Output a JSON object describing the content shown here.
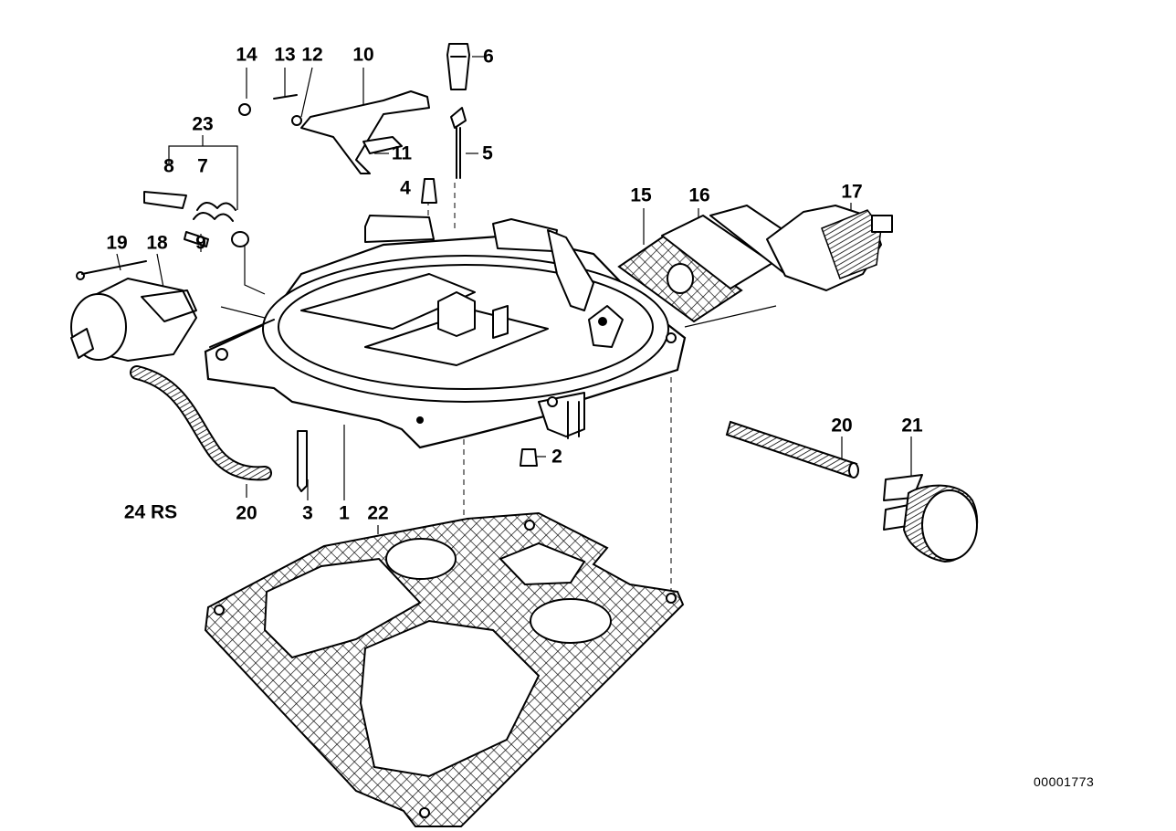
{
  "diagram": {
    "callouts": [
      {
        "id": "c14",
        "label": "14"
      },
      {
        "id": "c13",
        "label": "13"
      },
      {
        "id": "c12",
        "label": "12"
      },
      {
        "id": "c10",
        "label": "10"
      },
      {
        "id": "c6",
        "label": "6"
      },
      {
        "id": "c23",
        "label": "23"
      },
      {
        "id": "c11",
        "label": "11"
      },
      {
        "id": "c5",
        "label": "5"
      },
      {
        "id": "c8",
        "label": "8"
      },
      {
        "id": "c7",
        "label": "7"
      },
      {
        "id": "c4",
        "label": "4"
      },
      {
        "id": "c15",
        "label": "15"
      },
      {
        "id": "c16",
        "label": "16"
      },
      {
        "id": "c17",
        "label": "17"
      },
      {
        "id": "c9",
        "label": "9"
      },
      {
        "id": "c19",
        "label": "19"
      },
      {
        "id": "c18",
        "label": "18"
      },
      {
        "id": "c20a",
        "label": "20"
      },
      {
        "id": "c21",
        "label": "21"
      },
      {
        "id": "c2",
        "label": "2"
      },
      {
        "id": "c24",
        "label": "24  RS"
      },
      {
        "id": "c20b",
        "label": "20"
      },
      {
        "id": "c3",
        "label": "3"
      },
      {
        "id": "c1",
        "label": "1"
      },
      {
        "id": "c22",
        "label": "22"
      }
    ],
    "drawing_code": "00001773"
  }
}
